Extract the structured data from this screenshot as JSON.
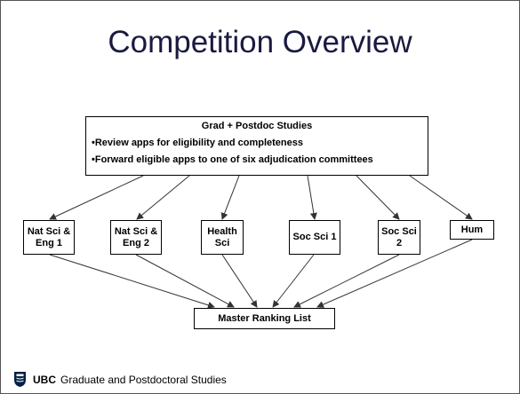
{
  "slide": {
    "title": "Competition Overview"
  },
  "top_box": {
    "heading": "Grad + Postdoc Studies",
    "bullets": [
      "•Review apps for eligibility and completeness",
      "•Forward eligible apps to one of six adjudication committees"
    ]
  },
  "committees": [
    "Nat Sci & Eng 1",
    "Nat Sci & Eng 2",
    "Health Sci",
    "Soc Sci 1",
    "Soc Sci 2",
    "Hum"
  ],
  "result_box": {
    "label": "Master Ranking List"
  },
  "footer": {
    "brand": "UBC",
    "text": "Graduate and Postdoctoral Studies",
    "crest_color": "#002145"
  },
  "colors": {
    "title": "#1a1a40",
    "box_border": "#000000",
    "arrow": "#333333"
  }
}
